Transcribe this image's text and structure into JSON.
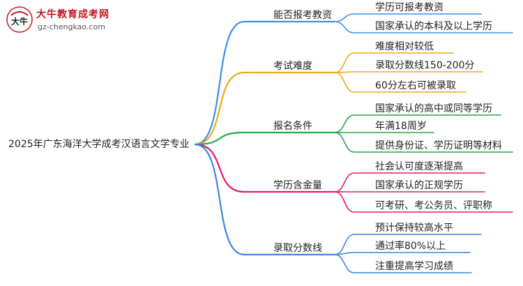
{
  "logo": {
    "title": "大牛教育成考网",
    "url": "gz-chengkao.com",
    "badge_text": "大牛"
  },
  "root": {
    "label": "2025年广东海洋大学成考汉语言文学专业"
  },
  "branches": [
    {
      "label": "能否报考教资",
      "color": "#3d8ee6",
      "children": [
        "学历可报考教资",
        "国家承认的本科及以上学历"
      ]
    },
    {
      "label": "考试难度",
      "color": "#f0a818",
      "children": [
        "难度相对较低",
        "录取分数线150-200分",
        "60分左右可被录取"
      ]
    },
    {
      "label": "报名条件",
      "color": "#27a845",
      "children": [
        "国家承认的高中或同等学历",
        "年满18周岁",
        "提供身份证、学历证明等材料"
      ]
    },
    {
      "label": "学历含金量",
      "color": "#e6186e",
      "children": [
        "社会认可度逐渐提高",
        "国家承认的正规学历",
        "可考研、考公务员、评职称"
      ]
    },
    {
      "label": "录取分数线",
      "color": "#3a86e0",
      "children": [
        "预计保持较高水平",
        "通过率80%以上",
        "注重提高学习成绩"
      ]
    }
  ]
}
